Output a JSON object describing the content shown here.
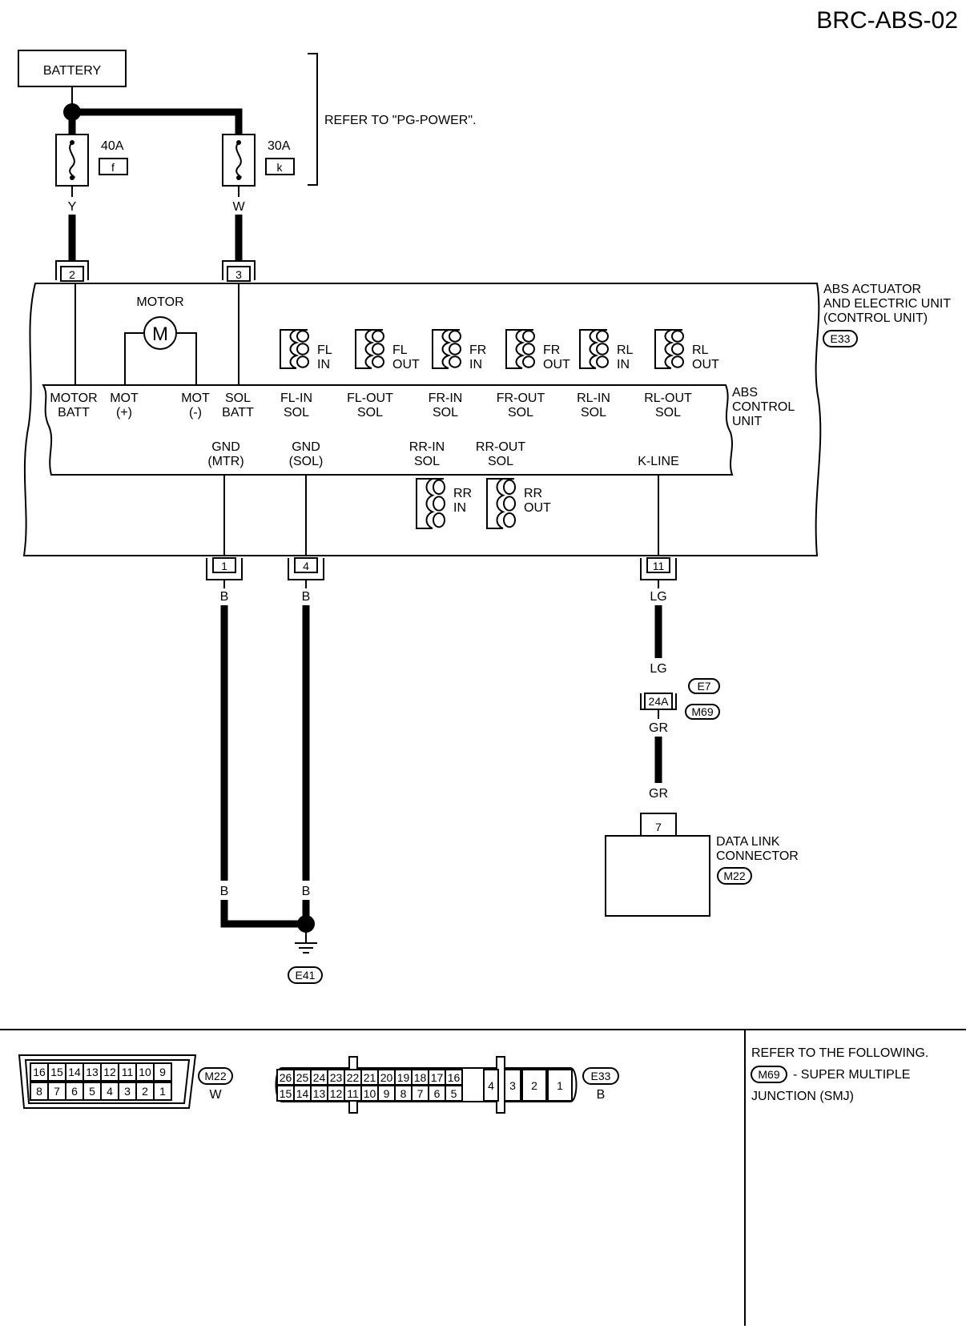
{
  "page_code": "BRC-ABS-02",
  "battery": "BATTERY",
  "refer_pg": "REFER TO \"PG-POWER\".",
  "fuses": [
    {
      "amp": "40A",
      "code": "f",
      "wire": "Y",
      "pin": "2"
    },
    {
      "amp": "30A",
      "code": "k",
      "wire": "W",
      "pin": "3"
    }
  ],
  "unit": {
    "name_l1": "ABS ACTUATOR",
    "name_l2": "AND ELECTRIC UNIT",
    "name_l3": "(CONTROL UNIT)",
    "connector": "E33",
    "motor": "MOTOR",
    "motor_symbol": "M",
    "control_l1": "ABS",
    "control_l2": "CONTROL",
    "control_l3": "UNIT"
  },
  "terminals_top": [
    {
      "l1": "MOTOR",
      "l2": "BATT"
    },
    {
      "l1": "MOT",
      "l2": "(+)"
    },
    {
      "l1": "MOT",
      "l2": "(-)"
    },
    {
      "l1": "SOL",
      "l2": "BATT"
    },
    {
      "l1": "FL-IN",
      "l2": "SOL"
    },
    {
      "l1": "FL-OUT",
      "l2": "SOL"
    },
    {
      "l1": "FR-IN",
      "l2": "SOL"
    },
    {
      "l1": "FR-OUT",
      "l2": "SOL"
    },
    {
      "l1": "RL-IN",
      "l2": "SOL"
    },
    {
      "l1": "RL-OUT",
      "l2": "SOL"
    }
  ],
  "solenoids_top": [
    {
      "l1": "FL",
      "l2": "IN"
    },
    {
      "l1": "FL",
      "l2": "OUT"
    },
    {
      "l1": "FR",
      "l2": "IN"
    },
    {
      "l1": "FR",
      "l2": "OUT"
    },
    {
      "l1": "RL",
      "l2": "IN"
    },
    {
      "l1": "RL",
      "l2": "OUT"
    }
  ],
  "terminals_bottom": [
    {
      "l1": "GND",
      "l2": "(MTR)"
    },
    {
      "l1": "GND",
      "l2": "(SOL)"
    },
    {
      "l1": "RR-IN",
      "l2": "SOL"
    },
    {
      "l1": "RR-OUT",
      "l2": "SOL"
    },
    {
      "l1": "",
      "l2": "K-LINE"
    }
  ],
  "solenoids_bottom": [
    {
      "l1": "RR",
      "l2": "IN"
    },
    {
      "l1": "RR",
      "l2": "OUT"
    }
  ],
  "pins_bottom": [
    "1",
    "4",
    "11"
  ],
  "wire_colors": {
    "gnd_mtr_top": "B",
    "gnd_sol_top": "B",
    "gnd_mtr_bot": "B",
    "gnd_sol_bot": "B",
    "kline_1": "LG",
    "kline_2": "LG",
    "kline_3": "GR",
    "kline_4": "GR"
  },
  "ground": "E41",
  "junction": {
    "pin": "24A",
    "conn1": "E7",
    "conn2": "M69"
  },
  "dlc": {
    "pin": "7",
    "l1": "DATA LINK",
    "l2": "CONNECTOR",
    "conn": "M22"
  },
  "legend": {
    "m22": {
      "code": "M22",
      "color": "W",
      "row1": [
        "16",
        "15",
        "14",
        "13",
        "12",
        "11",
        "10",
        "9"
      ],
      "row2": [
        "8",
        "7",
        "6",
        "5",
        "4",
        "3",
        "2",
        "1"
      ]
    },
    "e33": {
      "code": "E33",
      "color": "B",
      "row1": [
        "26",
        "25",
        "24",
        "23",
        "22",
        "21",
        "20",
        "19",
        "18",
        "17",
        "16"
      ],
      "row2": [
        "15",
        "14",
        "13",
        "12",
        "11",
        "10",
        "9",
        "8",
        "7",
        "6",
        "5"
      ],
      "big": [
        "4",
        "3",
        "2",
        "1"
      ]
    },
    "refer_l1": "REFER TO THE FOLLOWING.",
    "refer_code": "M69",
    "refer_l2": "- SUPER MULTIPLE",
    "refer_l3": "JUNCTION (SMJ)"
  }
}
